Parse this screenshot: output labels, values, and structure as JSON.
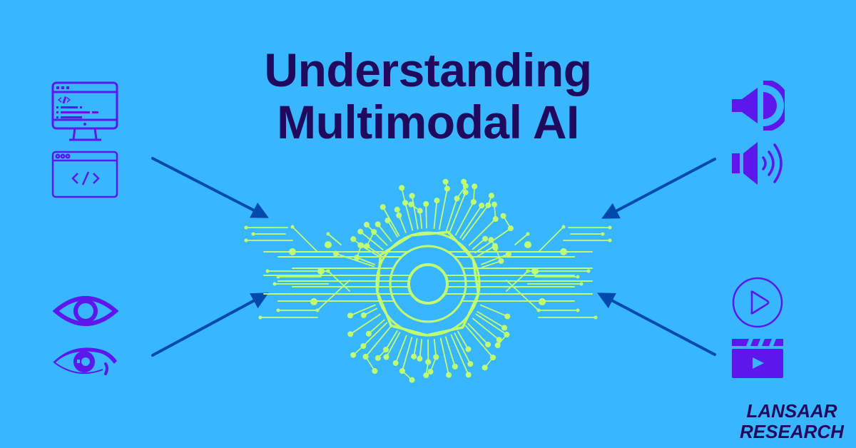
{
  "title": {
    "line1": "Understanding",
    "line2": "Multimodal AI"
  },
  "brand": {
    "line1": "LANSAAR",
    "line2": "RESEARCH"
  },
  "colors": {
    "background": "#38b6ff",
    "title": "#200a5e",
    "icon": "#5e17eb",
    "arrow": "#004aad",
    "circuit": "#c1ff72"
  },
  "modalities": [
    {
      "side": "left-top",
      "kind": "code",
      "icons": [
        "code-monitor-icon",
        "code-browser-window-icon"
      ]
    },
    {
      "side": "left-bottom",
      "kind": "vision",
      "icons": [
        "eye-outline-icon",
        "eye-filled-icon"
      ]
    },
    {
      "side": "right-top",
      "kind": "audio",
      "icons": [
        "speaker-icon",
        "speaker-sound-waves-icon"
      ]
    },
    {
      "side": "right-bottom",
      "kind": "video",
      "icons": [
        "play-circle-icon",
        "clapperboard-icon"
      ]
    }
  ],
  "center_graphic": "circuit-brain-hub-icon"
}
